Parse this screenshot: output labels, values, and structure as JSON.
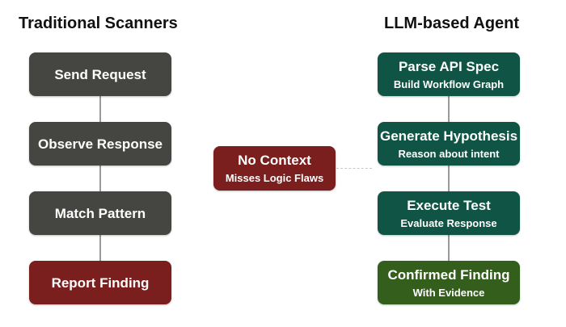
{
  "colors": {
    "gray": "#454542",
    "red": "#7a1e1e",
    "teal": "#0f5444",
    "olive": "#335e1b",
    "connector": "#9a9a9a"
  },
  "left": {
    "title": "Traditional Scanners",
    "steps": [
      {
        "label": "Send Request"
      },
      {
        "label": "Observe Response"
      },
      {
        "label": "Match Pattern"
      },
      {
        "label": "Report Finding"
      }
    ]
  },
  "middle": {
    "label": "No Context",
    "sublabel": "Misses Logic Flaws"
  },
  "right": {
    "title": "LLM-based Agent",
    "steps": [
      {
        "label": "Parse API Spec",
        "sublabel": "Build Workflow Graph"
      },
      {
        "label": "Generate Hypothesis",
        "sublabel": "Reason about intent"
      },
      {
        "label": "Execute Test",
        "sublabel": "Evaluate Response"
      },
      {
        "label": "Confirmed Finding",
        "sublabel": "With Evidence"
      }
    ]
  }
}
